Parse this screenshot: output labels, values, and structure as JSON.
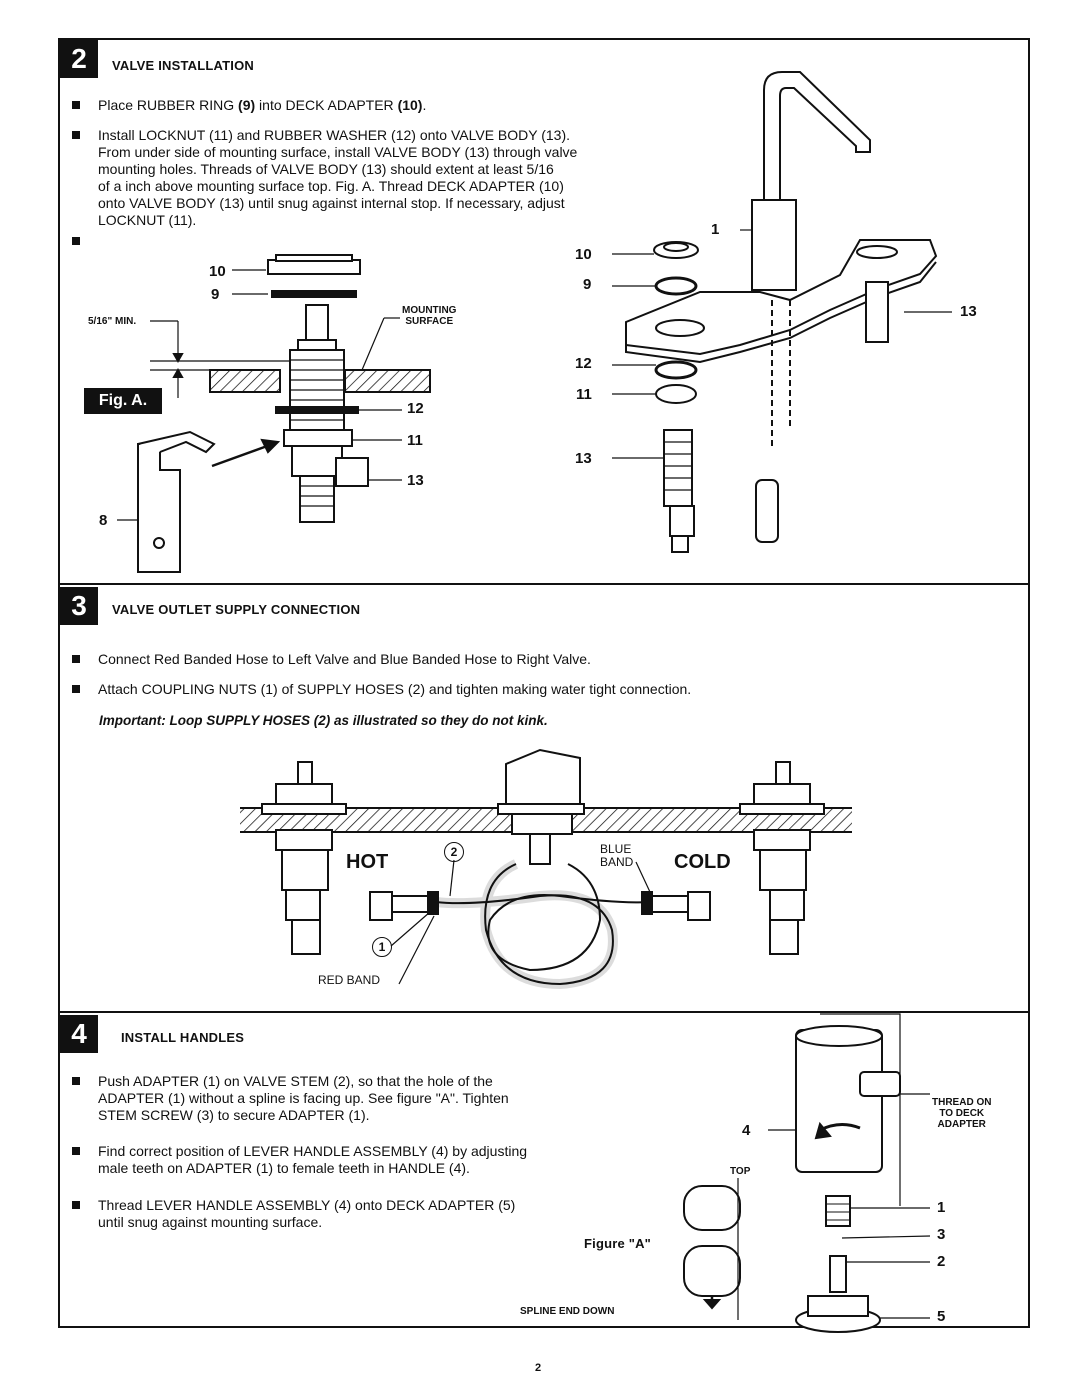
{
  "step2": {
    "number": "2",
    "title": "VALVE INSTALLATION",
    "bullet1": [
      "Place RUBBER RING ",
      "(9)",
      " into DECK ADAPTER ",
      "(10)",
      "."
    ],
    "bullet2_lines": [
      "Install LOCKNUT (11) and RUBBER WASHER (12) onto VALVE BODY (13).",
      "From under side of mounting surface, install VALVE BODY (13) through valve",
      "mounting holes. Threads of VALVE BODY (13) should extent at least 5/16",
      "of a inch above mounting surface top. Fig. A. Thread DECK ADAPTER (10)",
      "onto VALVE BODY (13) until snug against internal stop. If necessary, adjust",
      "LOCKNUT (11)."
    ],
    "fig_label": "Fig. A.",
    "min_label": "5/16\" MIN.",
    "mounting_label": [
      "MOUNTING",
      "SURFACE"
    ],
    "callouts_left": [
      "10",
      "9",
      "12",
      "11",
      "13",
      "8"
    ],
    "callouts_right": [
      "1",
      "10",
      "9",
      "13",
      "12",
      "11",
      "13"
    ]
  },
  "step3": {
    "number": "3",
    "title": "VALVE OUTLET SUPPLY CONNECTION",
    "bullet1": "Connect Red Banded Hose to Left Valve and Blue Banded Hose to Right Valve.",
    "bullet2": "Attach COUPLING NUTS (1) of SUPPLY HOSES (2) and tighten making water tight connection.",
    "note": "Important: Loop SUPPLY HOSES (2) as illustrated so they do not kink.",
    "hot": "HOT",
    "cold": "COLD",
    "blue_band": [
      "BLUE",
      "BAND"
    ],
    "red_band": "RED BAND",
    "circle1": "1",
    "circle2": "2"
  },
  "step4": {
    "number": "4",
    "title": "INSTALL HANDLES",
    "bullet1_lines": [
      "Push ADAPTER (1) on VALVE STEM (2), so that the hole of the",
      "ADAPTER (1) without a spline is facing up. See figure \"A\". Tighten",
      "STEM SCREW (3) to secure ADAPTER (1)."
    ],
    "bullet2_lines": [
      "Find correct position of LEVER HANDLE ASSEMBLY (4) by adjusting",
      "male teeth on ADAPTER (1) to female teeth in HANDLE (4)."
    ],
    "bullet3_lines": [
      "Thread LEVER HANDLE ASSEMBLY (4) onto DECK ADAPTER (5)",
      "until snug against mounting surface."
    ],
    "figure_label": "Figure \"A\"",
    "top_label": "TOP",
    "spline_label": "SPLINE END DOWN",
    "thread_label": [
      "THREAD ON",
      "TO DECK",
      "ADAPTER"
    ],
    "callouts": [
      "4",
      "1",
      "3",
      "2",
      "5"
    ]
  },
  "page_number": "2"
}
